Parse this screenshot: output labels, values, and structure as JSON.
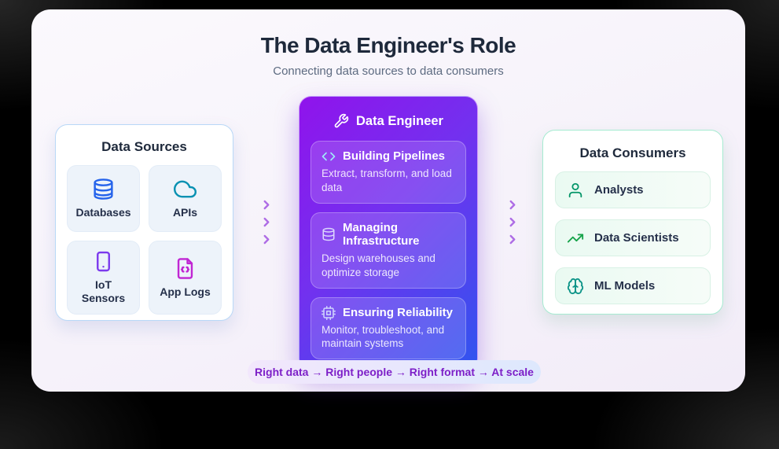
{
  "page": {
    "title": "The Data Engineer's Role",
    "subtitle": "Connecting data sources to data consumers"
  },
  "sources": {
    "title": "Data Sources",
    "items": [
      {
        "label": "Databases",
        "icon": "database-icon"
      },
      {
        "label": "APIs",
        "icon": "cloud-icon"
      },
      {
        "label": "IoT Sensors",
        "icon": "smartphone-icon"
      },
      {
        "label": "App Logs",
        "icon": "file-code-icon"
      }
    ]
  },
  "engineer": {
    "title": "Data Engineer",
    "icon": "wrench-icon",
    "responsibilities": [
      {
        "title": "Building Pipelines",
        "description": "Extract, transform, and load data",
        "icon": "code-icon"
      },
      {
        "title": "Managing Infrastructure",
        "description": "Design warehouses and optimize storage",
        "icon": "database-icon"
      },
      {
        "title": "Ensuring Reliability",
        "description": "Monitor, troubleshoot, and maintain systems",
        "icon": "cpu-icon"
      }
    ]
  },
  "consumers": {
    "title": "Data Consumers",
    "items": [
      {
        "label": "Analysts",
        "icon": "user-icon"
      },
      {
        "label": "Data Scientists",
        "icon": "trending-up-icon"
      },
      {
        "label": "ML Models",
        "icon": "brain-icon"
      }
    ]
  },
  "tagline": "Right data → Right people → Right format → At scale",
  "colors": {
    "engineer_gradient_start": "#9013ec",
    "engineer_gradient_end": "#2f55ef",
    "sources_panel_border": "#b9d8f7",
    "consumers_panel_border": "#a6ebd1",
    "chevron": "#ae6ce5",
    "database_icon": "#2563eb",
    "cloud_icon": "#0891b2",
    "smartphone_icon": "#7c3aed",
    "file_code_icon": "#c026d3",
    "user_icon": "#059669",
    "trending_up_icon": "#16a34a",
    "brain_icon": "#0d9488",
    "tagline_text": "#7d1fc8",
    "title_text": "#1e293b",
    "subtitle_text": "#5d6b81"
  }
}
